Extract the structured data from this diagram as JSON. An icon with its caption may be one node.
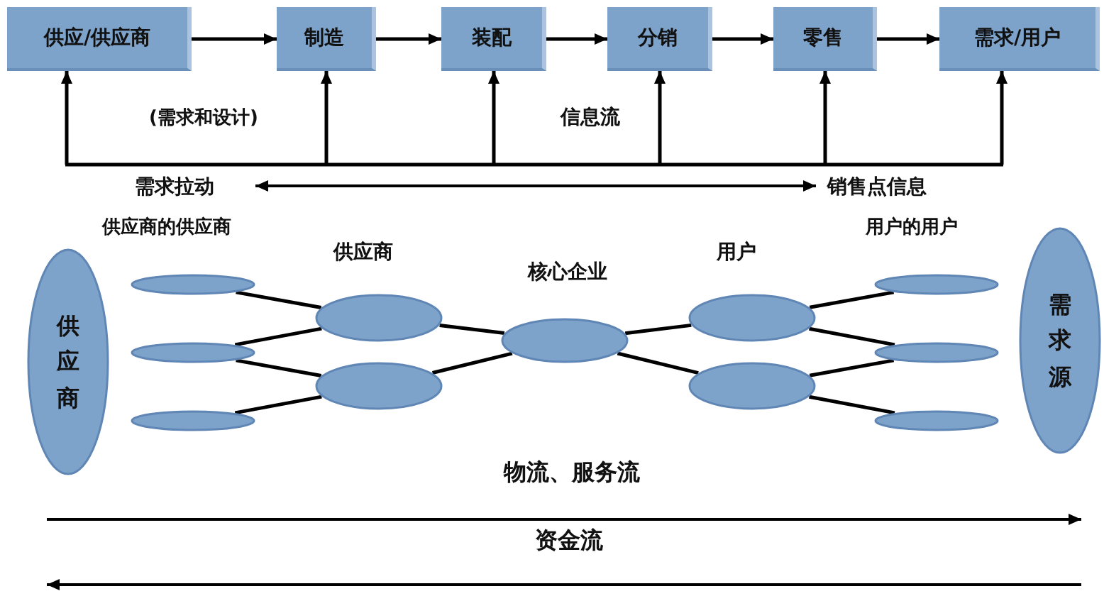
{
  "diagram": {
    "nodes": [
      {
        "text": [
          "供应/供应商"
        ]
      },
      {
        "text": [
          "制造"
        ]
      },
      {
        "text": [
          "装配"
        ]
      },
      {
        "text": [
          "分销"
        ]
      },
      {
        "text": [
          "零售"
        ]
      },
      {
        "text": [
          "需求/用户"
        ]
      },
      {
        "text": [
          "供应商"
        ]
      },
      {
        "text": [],
        "shape": "ellipse"
      },
      {
        "text": [],
        "shape": "ellipse"
      },
      {
        "text": [],
        "shape": "ellipse"
      },
      {
        "text": [],
        "shape": "ellipse"
      },
      {
        "text": [],
        "shape": "ellipse"
      },
      {
        "text": [],
        "shape": "ellipse"
      },
      {
        "text": [],
        "shape": "ellipse"
      },
      {
        "text": [],
        "shape": "ellipse"
      },
      {
        "text": [],
        "shape": "ellipse"
      },
      {
        "text": [],
        "shape": "ellipse"
      },
      {
        "text": [],
        "shape": "ellipse"
      },
      {
        "text": [
          "需求源"
        ]
      }
    ],
    "edges": [
      {
        "from": 0,
        "to": 1,
        "arrow": "to"
      },
      {
        "from": 1,
        "to": 2,
        "arrow": "to"
      },
      {
        "from": 2,
        "to": 3,
        "arrow": "to"
      },
      {
        "from": 3,
        "to": 4,
        "arrow": "to"
      },
      {
        "from": 4,
        "to": 5,
        "arrow": "to"
      },
      {
        "from": null,
        "to": 0,
        "arrow": "to"
      },
      {
        "from": null,
        "to": 1,
        "arrow": "to"
      },
      {
        "from": null,
        "to": 2,
        "arrow": "to"
      },
      {
        "from": null,
        "to": 3,
        "arrow": "to"
      },
      {
        "from": null,
        "to": 4,
        "arrow": "to"
      },
      {
        "from": null,
        "to": 5,
        "arrow": "to"
      },
      {
        "from": 7,
        "to": 10,
        "arrow": "none"
      },
      {
        "from": 8,
        "to": 10,
        "arrow": "none"
      },
      {
        "from": 8,
        "to": 11,
        "arrow": "none"
      },
      {
        "from": 9,
        "to": 11,
        "arrow": "none"
      },
      {
        "from": 10,
        "to": 12,
        "arrow": "none"
      },
      {
        "from": 11,
        "to": 12,
        "arrow": "none"
      },
      {
        "from": 12,
        "to": 13,
        "arrow": "none"
      },
      {
        "from": 12,
        "to": 14,
        "arrow": "none"
      },
      {
        "from": 13,
        "to": 15,
        "arrow": "none"
      },
      {
        "from": 13,
        "to": 16,
        "arrow": "none"
      },
      {
        "from": 14,
        "to": 16,
        "arrow": "none"
      },
      {
        "from": 14,
        "to": 17,
        "arrow": "none"
      }
    ],
    "labels": [
      "(需求和设计)",
      "信息流",
      "需求拉动",
      "销售点信息",
      "供应商的供应商",
      "供应商",
      "核心企业",
      "用户",
      "用户的用户",
      "物流、服务流",
      "资金流"
    ]
  }
}
